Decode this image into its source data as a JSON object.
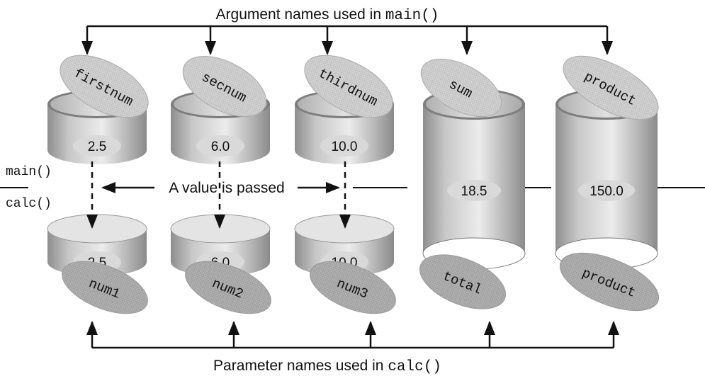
{
  "top_caption": {
    "prefix": "Argument names used in ",
    "code": "main()"
  },
  "bottom_caption": {
    "prefix": "Parameter names used in ",
    "code": "calc()"
  },
  "boundary": {
    "upper_label": "main()",
    "lower_label": "calc()"
  },
  "pass_label": "A value is passed",
  "argument_labels": [
    "firstnum",
    "secnum",
    "thirdnum",
    "sum",
    "product"
  ],
  "parameter_labels": [
    "num1",
    "num2",
    "num3",
    "total",
    "product"
  ],
  "argument_values": [
    "2.5",
    "6.0",
    "10.0"
  ],
  "parameter_values": [
    "2.5",
    "6.0",
    "10.0"
  ],
  "shared_values": [
    "18.5",
    "150.0"
  ]
}
